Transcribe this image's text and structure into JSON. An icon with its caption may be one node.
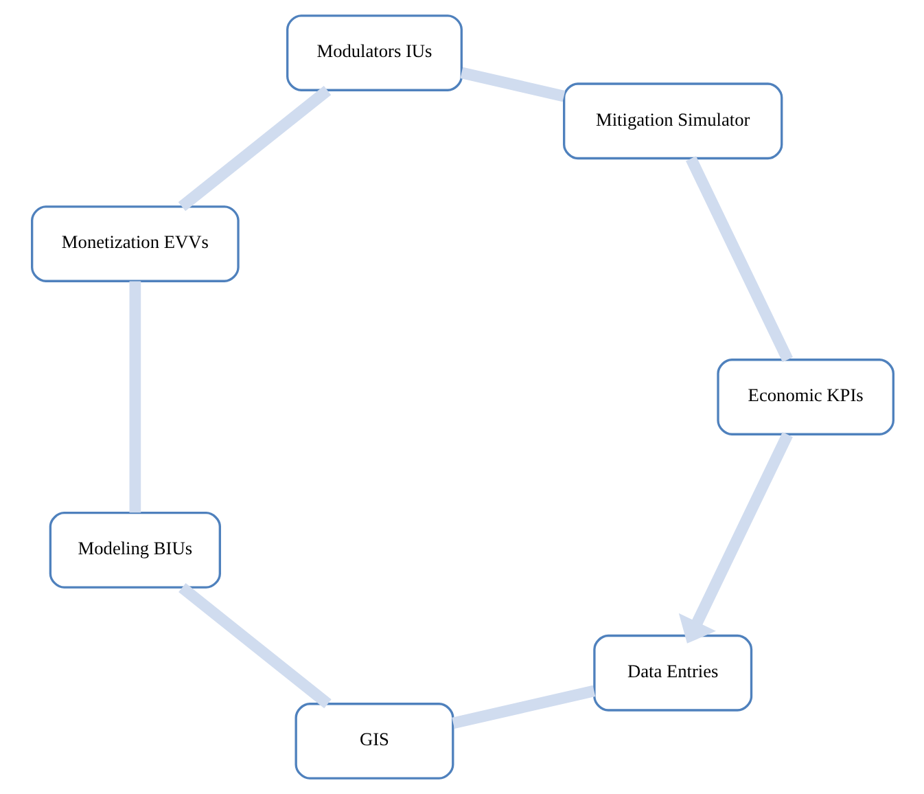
{
  "diagram": {
    "nodes": [
      {
        "text": [
          "Data Entries"
        ]
      },
      {
        "text": [
          "GIS"
        ]
      },
      {
        "text": [
          "Modeling BIUs"
        ]
      },
      {
        "text": [
          "Monetization EVVs"
        ]
      },
      {
        "text": [
          "Modulators IUs"
        ]
      },
      {
        "text": [
          "Mitigation Simulator"
        ]
      },
      {
        "text": [
          "Economic KPIs"
        ]
      }
    ],
    "edges": [
      {
        "from": 0,
        "to": 1,
        "arrow": "none"
      },
      {
        "from": 1,
        "to": 2,
        "arrow": "none"
      },
      {
        "from": 2,
        "to": 3,
        "arrow": "none"
      },
      {
        "from": 3,
        "to": 4,
        "arrow": "none"
      },
      {
        "from": 4,
        "to": 5,
        "arrow": "none"
      },
      {
        "from": 5,
        "to": 6,
        "arrow": "none"
      },
      {
        "from": 6,
        "to": 0,
        "arrow": "to"
      }
    ]
  }
}
